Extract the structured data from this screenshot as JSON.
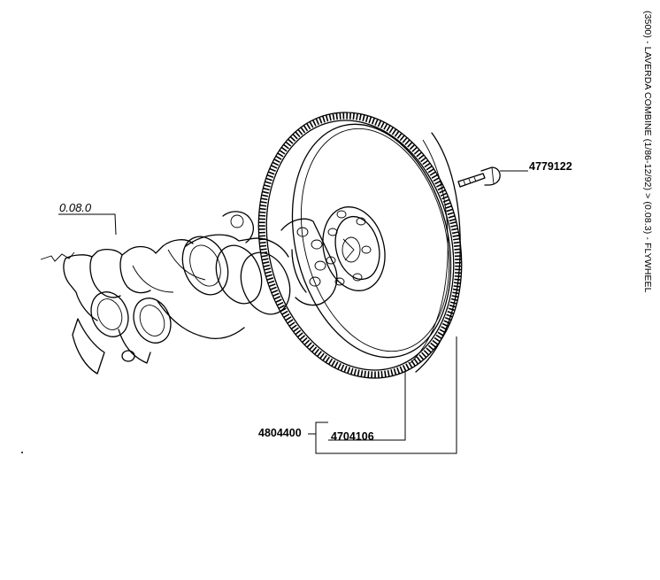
{
  "diagram": {
    "caption": "(3500) - LAVERDA COMBINE (1/86-12/92) > (0.08.3) - FLYWHEEL",
    "reference_group": "0.08.0",
    "parts": [
      {
        "id": "bolt",
        "number": "4779122"
      },
      {
        "id": "flywheel-assembly",
        "number": "4804400"
      },
      {
        "id": "flywheel",
        "number": "4704106"
      }
    ]
  }
}
